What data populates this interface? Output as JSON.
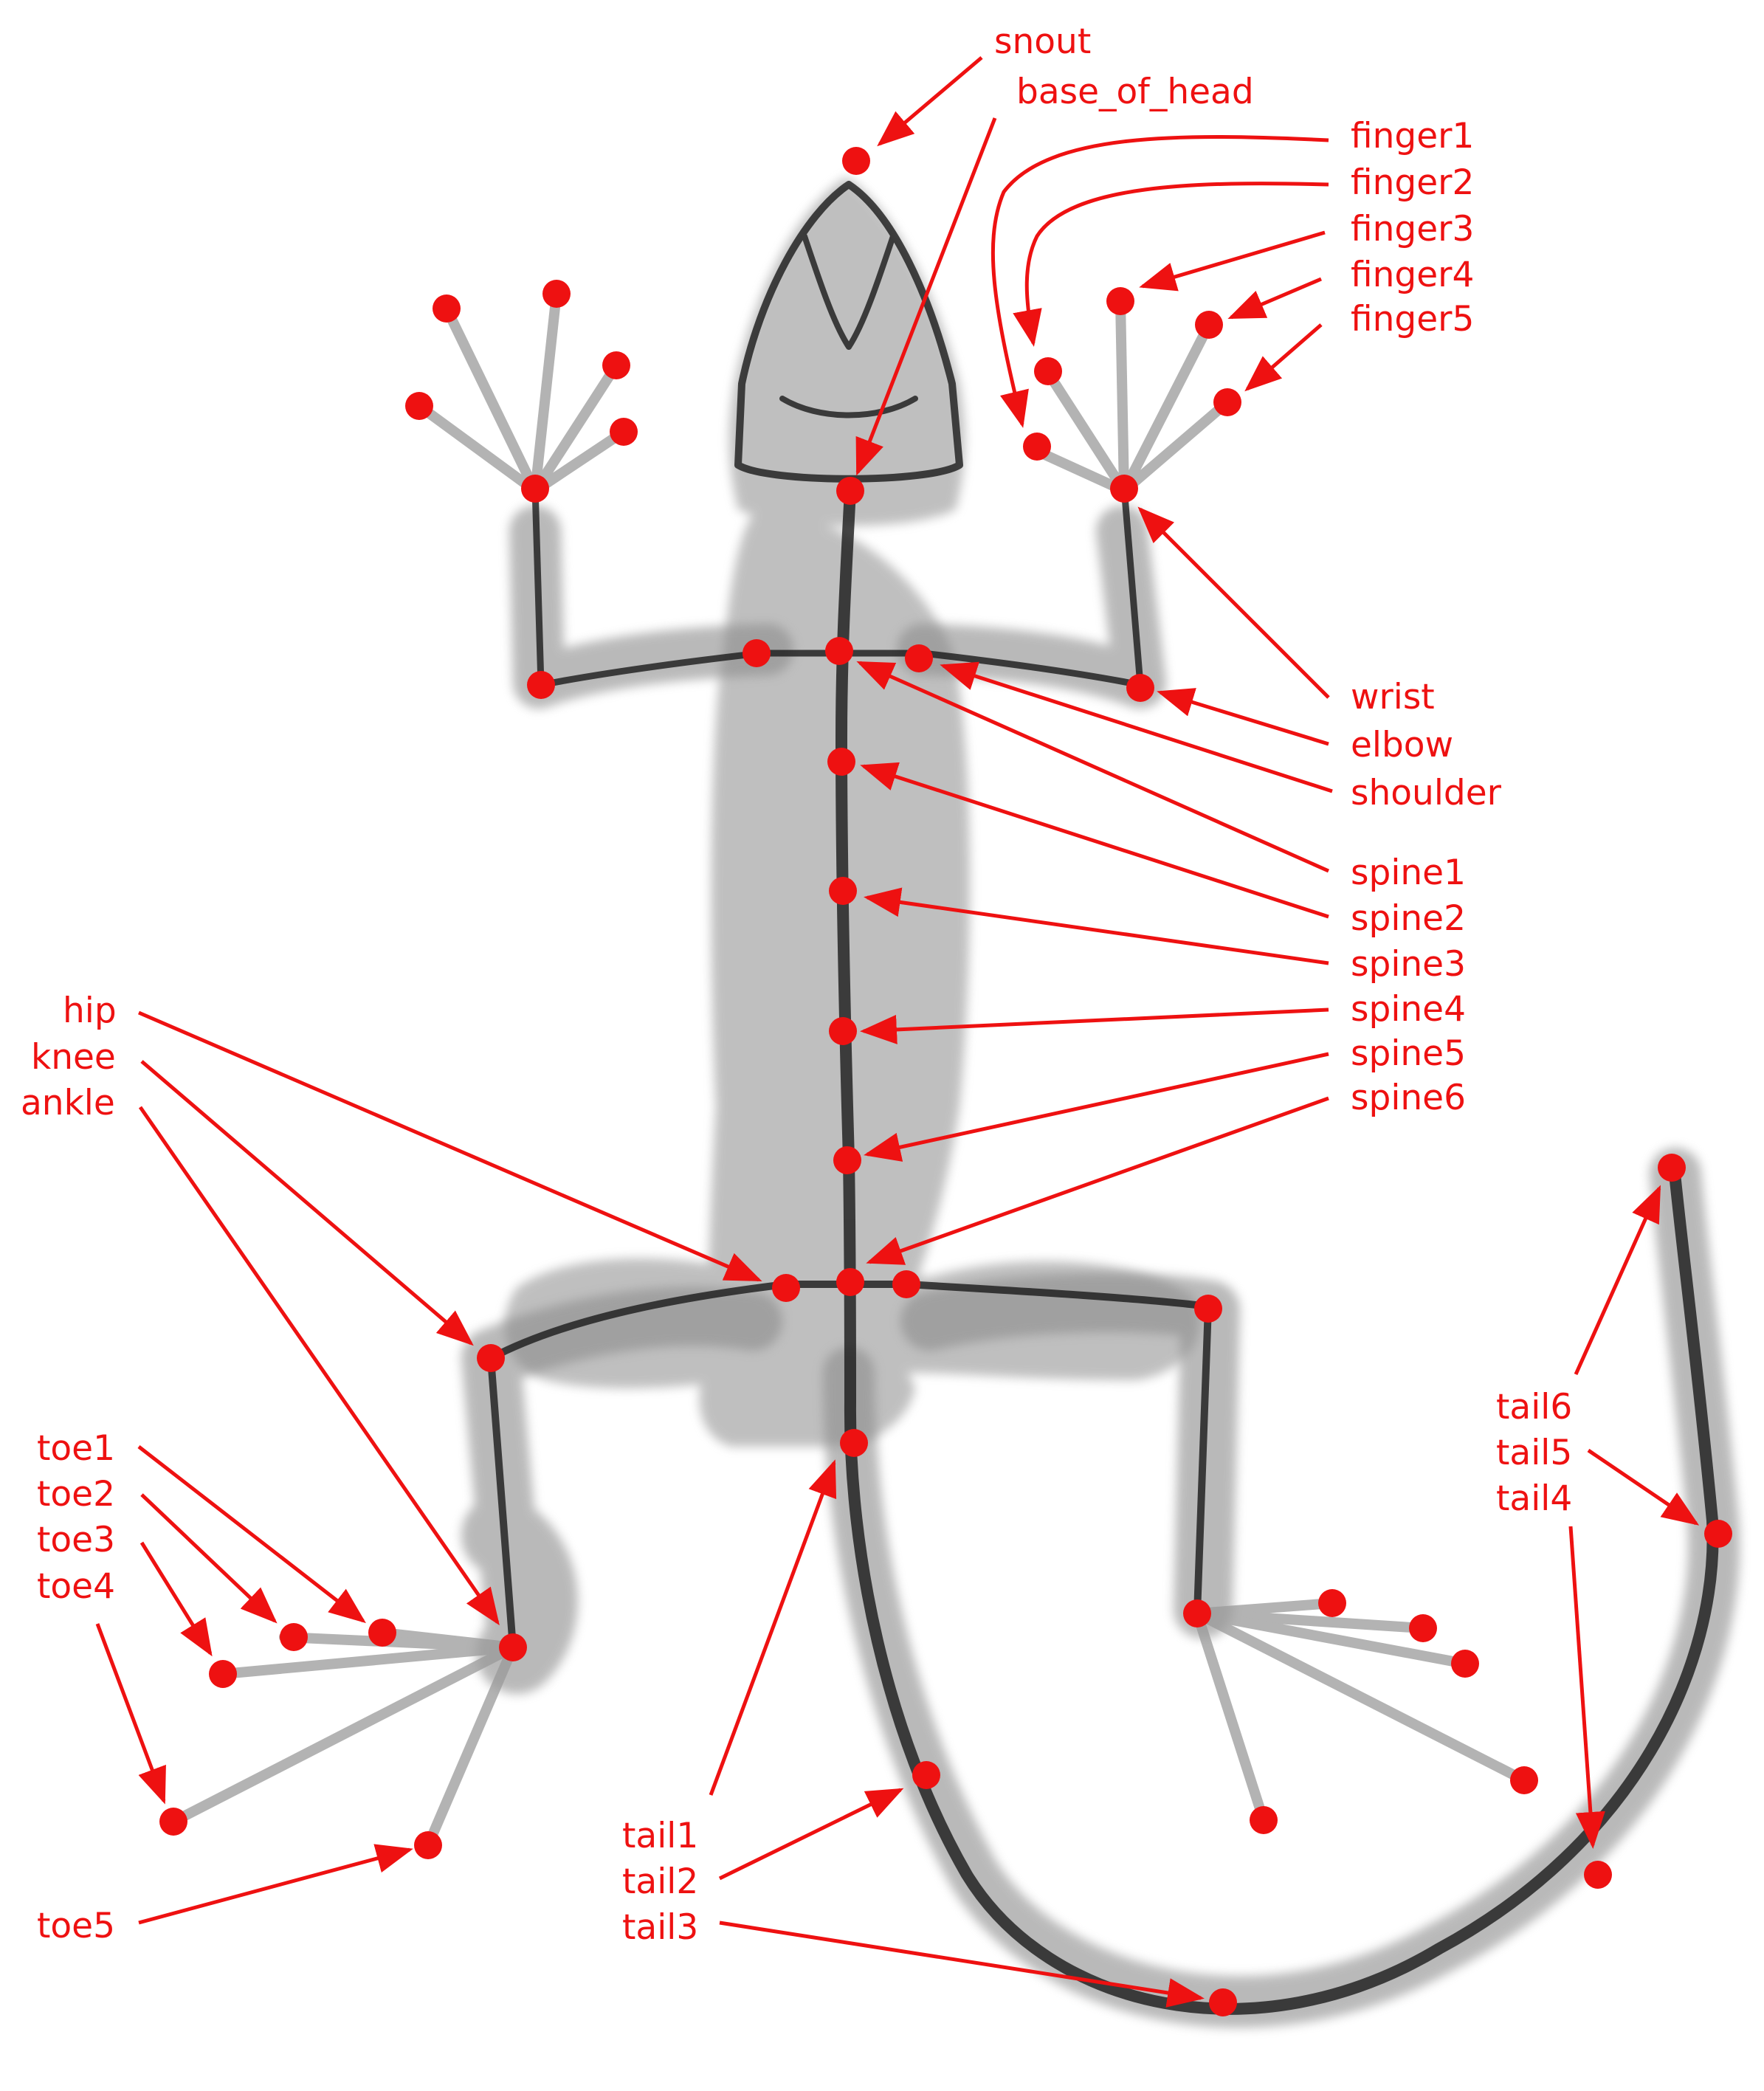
{
  "colors": {
    "annotation": "#ee1111",
    "bone": "#1a1a1a",
    "flesh": "#8c8c8c",
    "background": "#ffffff"
  },
  "labels": {
    "snout": "snout",
    "base_of_head": "base_of_head",
    "finger1": "finger1",
    "finger2": "finger2",
    "finger3": "finger3",
    "finger4": "finger4",
    "finger5": "finger5",
    "wrist": "wrist",
    "elbow": "elbow",
    "shoulder": "shoulder",
    "spine1": "spine1",
    "spine2": "spine2",
    "spine3": "spine3",
    "spine4": "spine4",
    "spine5": "spine5",
    "spine6": "spine6",
    "hip": "hip",
    "knee": "knee",
    "ankle": "ankle",
    "toe1": "toe1",
    "toe2": "toe2",
    "toe3": "toe3",
    "toe4": "toe4",
    "toe5": "toe5",
    "tail1": "tail1",
    "tail2": "tail2",
    "tail3": "tail3",
    "tail4": "tail4",
    "tail5": "tail5",
    "tail6": "tail6"
  }
}
